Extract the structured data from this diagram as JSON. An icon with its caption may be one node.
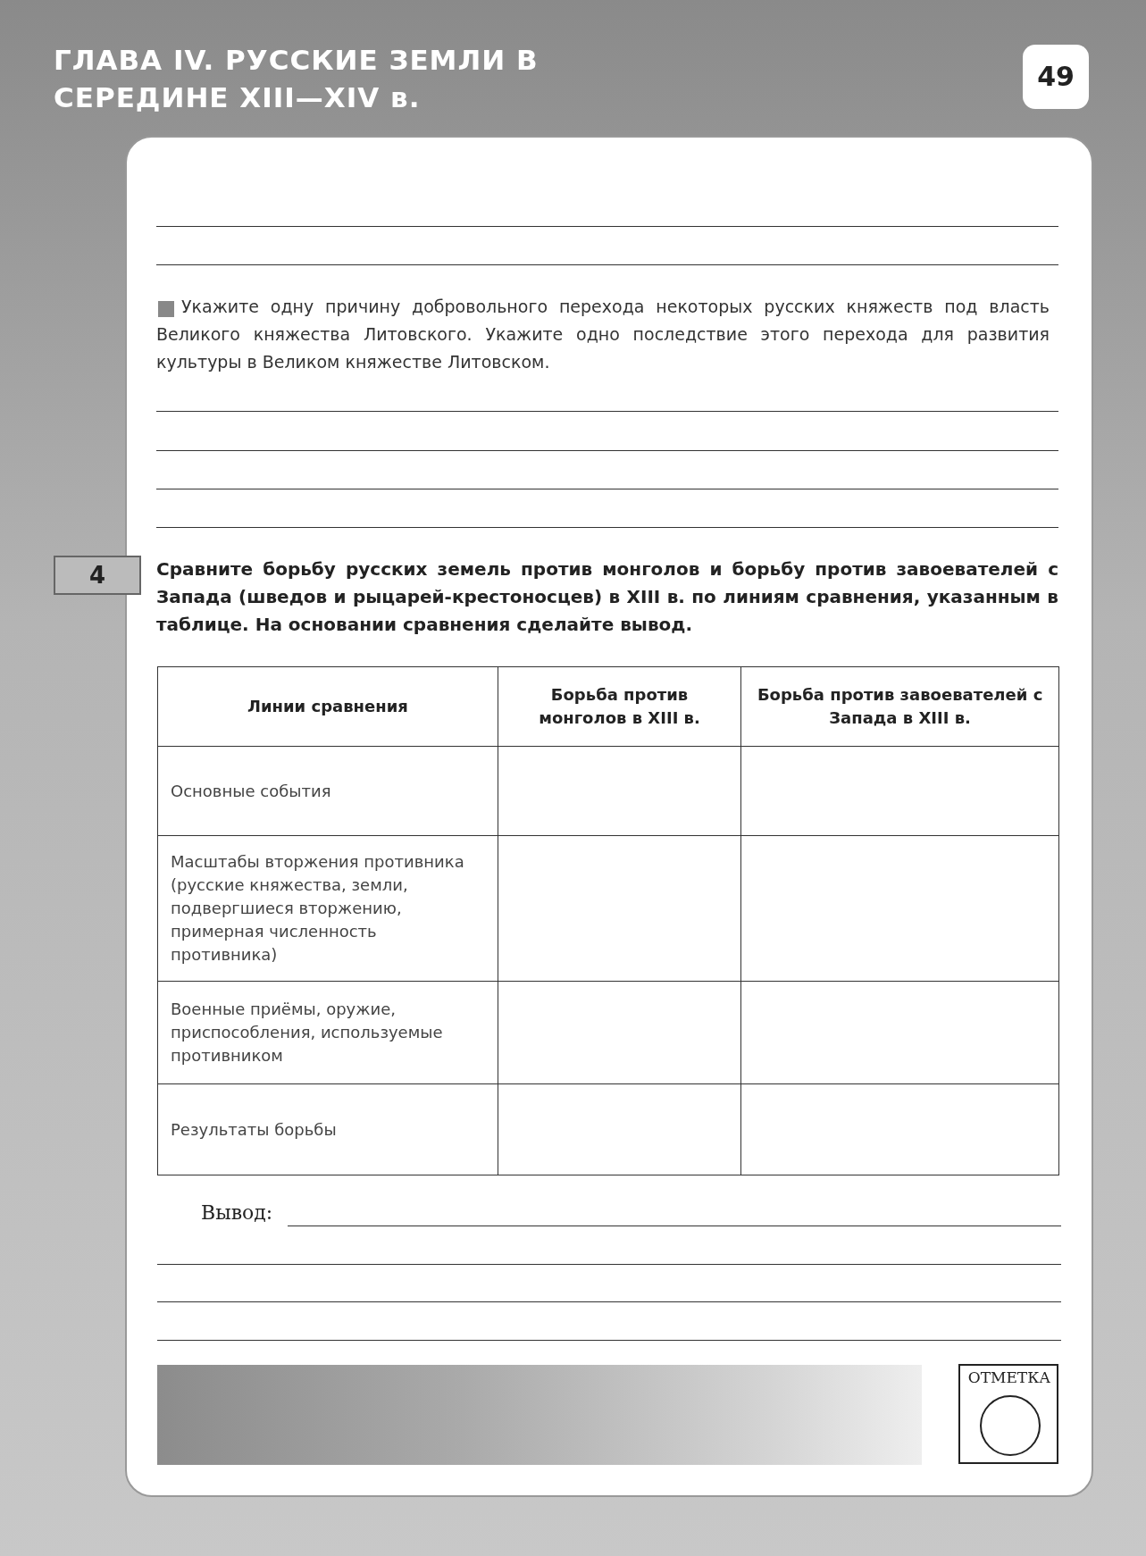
{
  "diagram": {
    "title": "ГЛАВА IV. РУССКИЕ ЗЕМЛИ В СЕРЕДИНЕ XIII—XIV в.",
    "nodes": [
      {
        "text": [],
        "shape": "bar"
      }
    ],
    "labels": [
      "49",
      "Укажите одну причину добровольного перехода некоторых русских княжеств под власть Великого княжества Литовского. Укажите одно последствие этого перехода для развития культуры в Великом княжестве Литовском.",
      "4",
      "Сравните борьбу русских земель против монголов и борьбу против завоевателей с Запада (шведов и рыцарей-крестоносцев) в XIII в. по линиям сравнения, указанным в таблице. На основании сравнения сделайте вывод.",
      "Линии сравнения",
      "Борьба против монголов в XIII в.",
      "Борьба против завоевателей с Запада в XIII в.",
      "Основные события",
      "Масштабы вторжения противника (русские княжества, земли, подвергшиеся вторжению, примерная численность противника)",
      "Военные приёмы, оружие, приспособления, используемые противником",
      "Результаты борьбы",
      "Вывод:",
      "ОТМЕТКА"
    ]
  }
}
